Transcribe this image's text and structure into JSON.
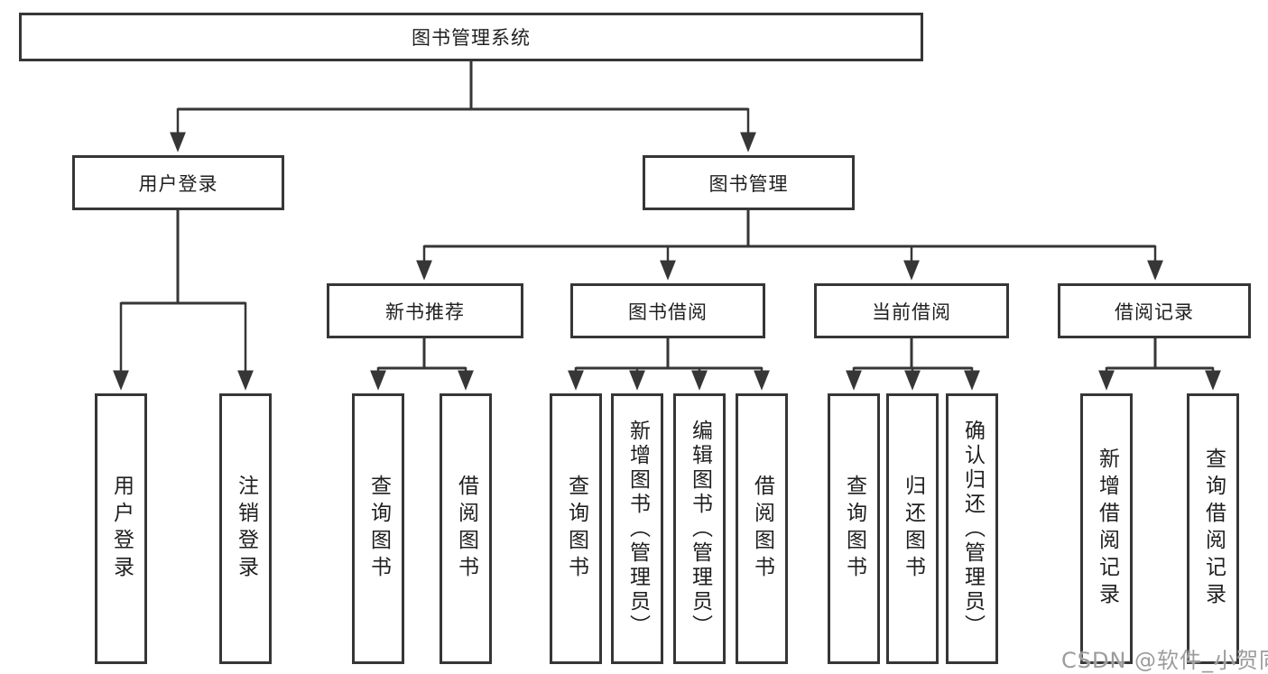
{
  "tree": {
    "root": {
      "label": "图书管理系统",
      "children": [
        {
          "label": "用户登录",
          "children": [
            {
              "label": "用户登录"
            },
            {
              "label": "注销登录"
            }
          ]
        },
        {
          "label": "图书管理",
          "children": [
            {
              "label": "新书推荐",
              "children": [
                {
                  "label": "查询图书"
                },
                {
                  "label": "借阅图书"
                }
              ]
            },
            {
              "label": "图书借阅",
              "children": [
                {
                  "label": "查询图书"
                },
                {
                  "label": "新增图书（管理员）"
                },
                {
                  "label": "编辑图书（管理员）"
                },
                {
                  "label": "借阅图书"
                }
              ]
            },
            {
              "label": "当前借阅",
              "children": [
                {
                  "label": "查询图书"
                },
                {
                  "label": "归还图书"
                },
                {
                  "label": "确认归还（管理员）"
                }
              ]
            },
            {
              "label": "借阅记录",
              "children": [
                {
                  "label": "新增借阅记录"
                },
                {
                  "label": "查询借阅记录"
                }
              ]
            }
          ]
        }
      ]
    }
  },
  "watermark": {
    "text": "CSDN @软件_小贺同学"
  },
  "colors": {
    "line": "#363636",
    "box_border": "#363636",
    "box_background": "#ffffff",
    "text": "#1f1f1f",
    "watermark": "#9c9c9c"
  }
}
